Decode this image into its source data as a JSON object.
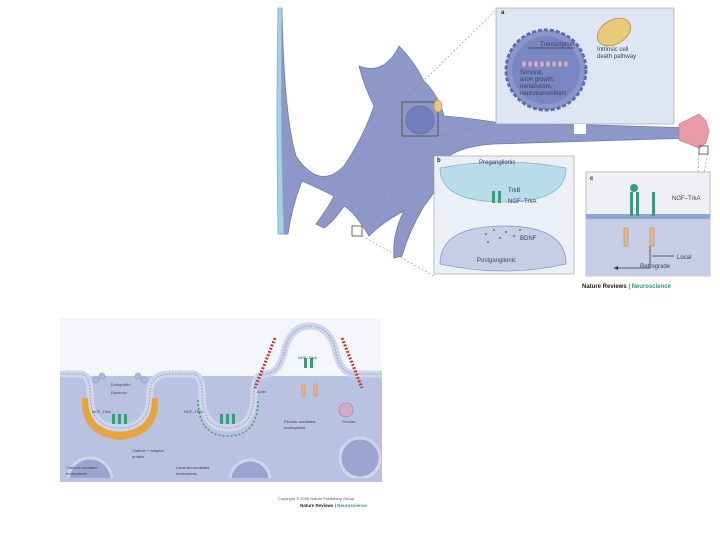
{
  "top_figure": {
    "panel_a": {
      "letter": "a",
      "transcription": "Transcription",
      "intrinsic": [
        "Intrinsic cell",
        "death pathway"
      ],
      "survival": [
        "Survival,",
        "axon growth,",
        "metabolism,",
        "neurotransmitters"
      ]
    },
    "panel_b": {
      "letter": "b",
      "preganglionic": "Preganglionic",
      "trkb": "TrkB",
      "ngf_trka": "NGF–TrkA",
      "bdnf": "BDNF",
      "postganglionic": "Postganglionic"
    },
    "panel_c": {
      "letter": "c",
      "ngf_trka": "NGF–TrkA",
      "local": "Local",
      "retrograde": "Retrograde"
    },
    "credit": {
      "journal": "Nature Reviews",
      "separator": "|",
      "section": "Neuroscience"
    }
  },
  "bottom_figure": {
    "labels": {
      "ngf_trka_1": "NGF–TrkA",
      "ngf_trka_2": "NGF–TrkA",
      "ngf_trka_3": "NGF–TrkA",
      "endophilin": "Endophilin",
      "dynamin": "Dynamin",
      "actin": "Actin",
      "pincher_endocytosis": [
        "Pincher-mediated",
        "endocytosis"
      ],
      "pincher": "Pincher",
      "clathrin_adaptor": [
        "Clathrin + adaptor",
        "protein"
      ],
      "clathrin_endocytosis": [
        "Clathrin-mediated",
        "endocytosis"
      ],
      "caveolin_endocytosis": [
        "Caveolin-mediated",
        "endocytosis"
      ]
    },
    "copyright": "Copyright © 2006 Nature Publishing Group",
    "credit": {
      "journal": "Nature Reviews",
      "separator": "|",
      "section": "Neuroscience"
    }
  }
}
